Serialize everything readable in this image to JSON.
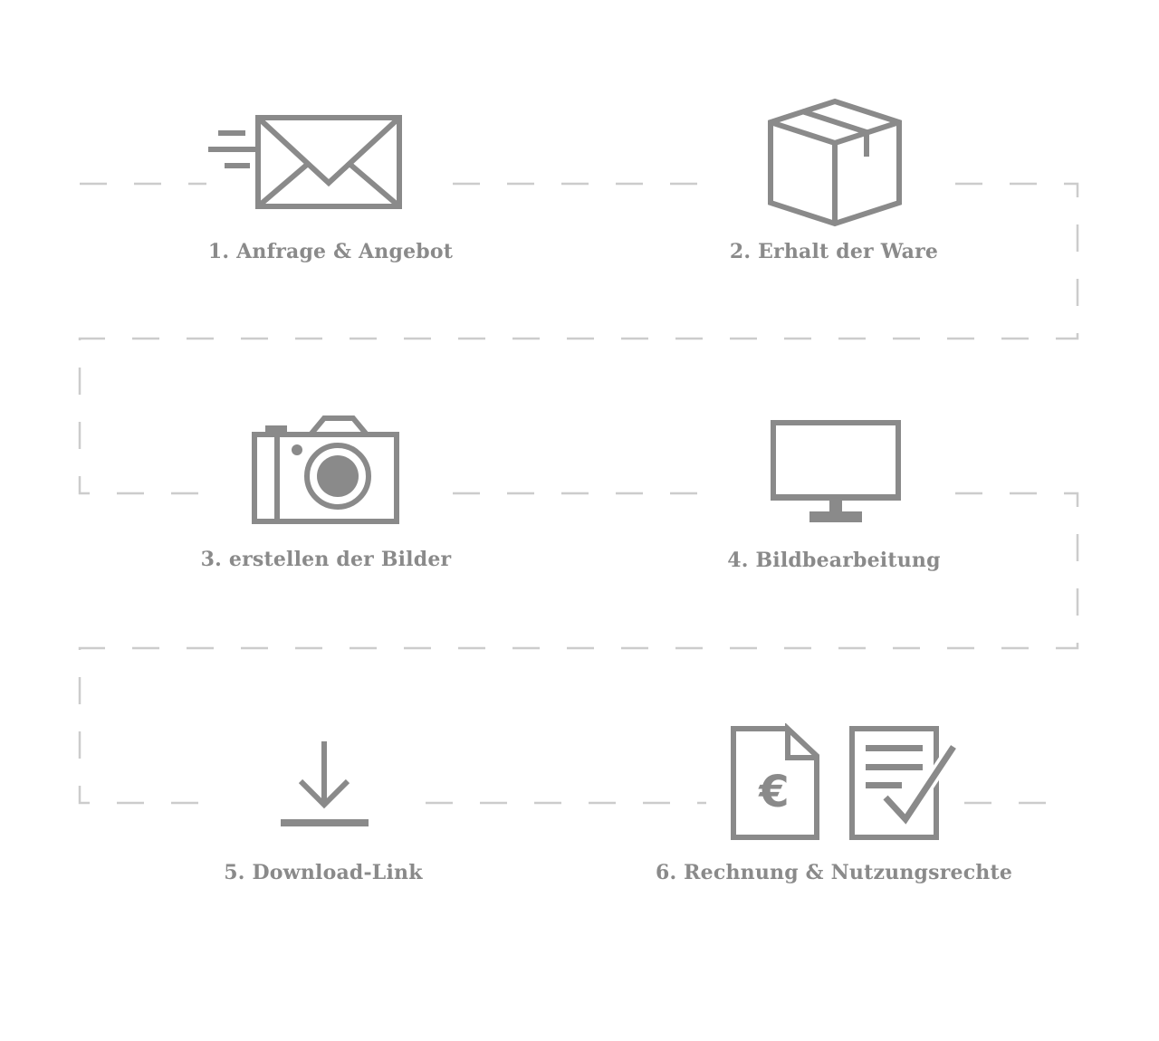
{
  "colors": {
    "icon": "#8a8a8a",
    "dash": "#cccccc",
    "label": "#8a8a8a",
    "background": "#ffffff"
  },
  "steps": [
    {
      "label": "1. Anfrage & Angebot",
      "icon": "envelope-icon"
    },
    {
      "label": "2. Erhalt der Ware",
      "icon": "box-icon"
    },
    {
      "label": "3. erstellen der Bilder",
      "icon": "camera-icon"
    },
    {
      "label": "4. Bildbearbeitung",
      "icon": "monitor-icon"
    },
    {
      "label": "5. Download-Link",
      "icon": "download-icon"
    },
    {
      "label": "6. Rechnung & Nutzungsrechte",
      "icon": "invoice-contract-icon"
    }
  ]
}
